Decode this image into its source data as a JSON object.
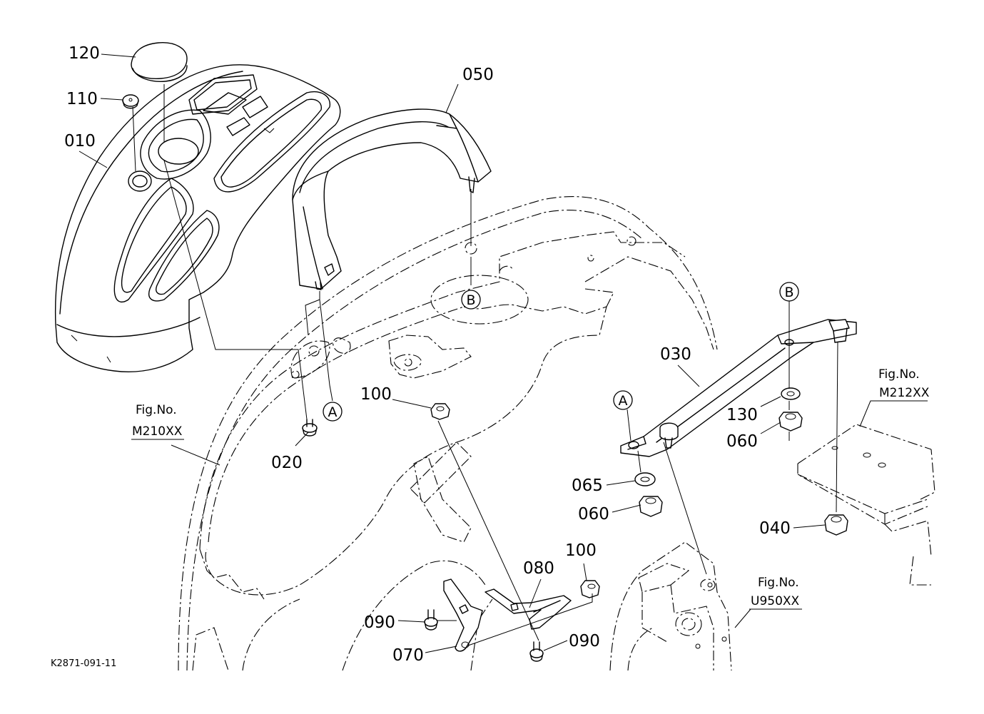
{
  "parts": {
    "p120": "120",
    "p110": "110",
    "p010": "010",
    "p050": "050",
    "p020": "020",
    "p100a": "100",
    "p030": "030",
    "p130": "130",
    "p060a": "060",
    "p065": "065",
    "p060b": "060",
    "p040": "040",
    "p100b": "100",
    "p080": "080",
    "p090a": "090",
    "p070": "070",
    "p090b": "090"
  },
  "refs": {
    "a1": "A",
    "a2": "A",
    "b1": "B",
    "b2": "B"
  },
  "figs": {
    "m210_label": "Fig.No.",
    "m210_code": "M210XX",
    "m212_label": "Fig.No.",
    "m212_code": "M212XX",
    "u950_label": "Fig.No.",
    "u950_code": "U950XX"
  },
  "drawing_code": "K2871-091-11"
}
